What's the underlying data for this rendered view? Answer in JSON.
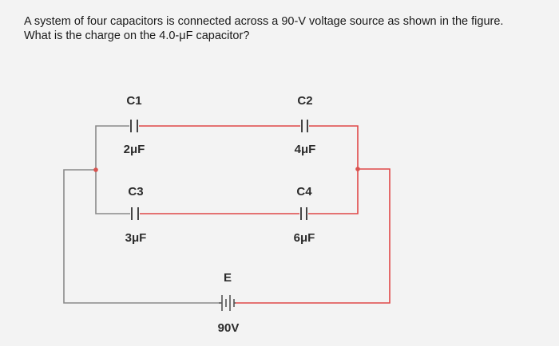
{
  "question": {
    "line1": "A system of four capacitors is connected across a 90-V voltage source as shown in the figure.",
    "line2": "What is the charge on the 4.0-μF capacitor?"
  },
  "circuit": {
    "capacitors": [
      {
        "name": "C1",
        "value": "2μF"
      },
      {
        "name": "C2",
        "value": "4μF"
      },
      {
        "name": "C3",
        "value": "3μF"
      },
      {
        "name": "C4",
        "value": "6μF"
      }
    ],
    "source": {
      "name": "E",
      "value": "90V"
    },
    "colors": {
      "gray_wire": "#8a8a8a",
      "red_wire": "#e04848",
      "plate": "#333333",
      "node": "#d9534f"
    }
  }
}
